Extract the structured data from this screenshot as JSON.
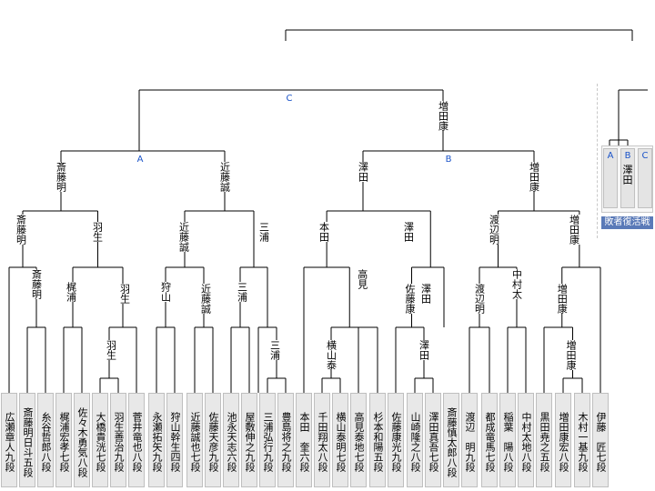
{
  "players": [
    "広瀬章人九段",
    "斎藤明日斗五段",
    "糸谷哲郎八段",
    "梶浦宏孝七段",
    "佐々木勇気八段",
    "大橋貴洸七段",
    "羽生善治九段",
    "菅井竜也八段",
    "永瀬拓矢九段",
    "狩山幹生四段",
    "近藤誠也七段",
    "佐藤天彦九段",
    "池永天志六段",
    "屋敷伸之九段",
    "三浦弘行九段",
    "豊島将之九段",
    "本田　奎六段",
    "千田翔太八段",
    "横山泰明七段",
    "高見泰地七段",
    "杉本和陽五段",
    "佐藤康光九段",
    "山崎隆之八段",
    "澤田真吾七段",
    "斎藤慎太郎八段",
    "渡辺　明九段",
    "都成竜馬七段",
    "稲葉　陽八段",
    "中村太地八段",
    "黒田尭之五段",
    "増田康宏八段",
    "木村一基九段",
    "伊藤　匠七段"
  ],
  "winners": {
    "r1": [
      "斎藤明",
      "梶浦",
      "羽生",
      "狩山",
      "近藤誠",
      "三浦",
      "高見",
      "横山泰",
      "佐藤康",
      "澤田",
      "渡辺明",
      "中村太",
      "増田康",
      "増田康"
    ],
    "r1b": [
      "羽生",
      "三浦",
      "澤田"
    ],
    "r2": [
      "斎藤明",
      "羽生",
      "近藤誠",
      "三浦",
      "本田",
      "澤田",
      "渡辺明",
      "増田康"
    ],
    "r3": [
      "斎藤明",
      "近藤誠",
      "澤田",
      "増田康"
    ],
    "r4": [
      "増田康"
    ]
  },
  "block_labels": {
    "c": "C",
    "a": "A",
    "b": "B"
  },
  "revival": {
    "labels": [
      "A",
      "B",
      "C"
    ],
    "winner": "澤田",
    "caption": "敗者復活戦"
  }
}
